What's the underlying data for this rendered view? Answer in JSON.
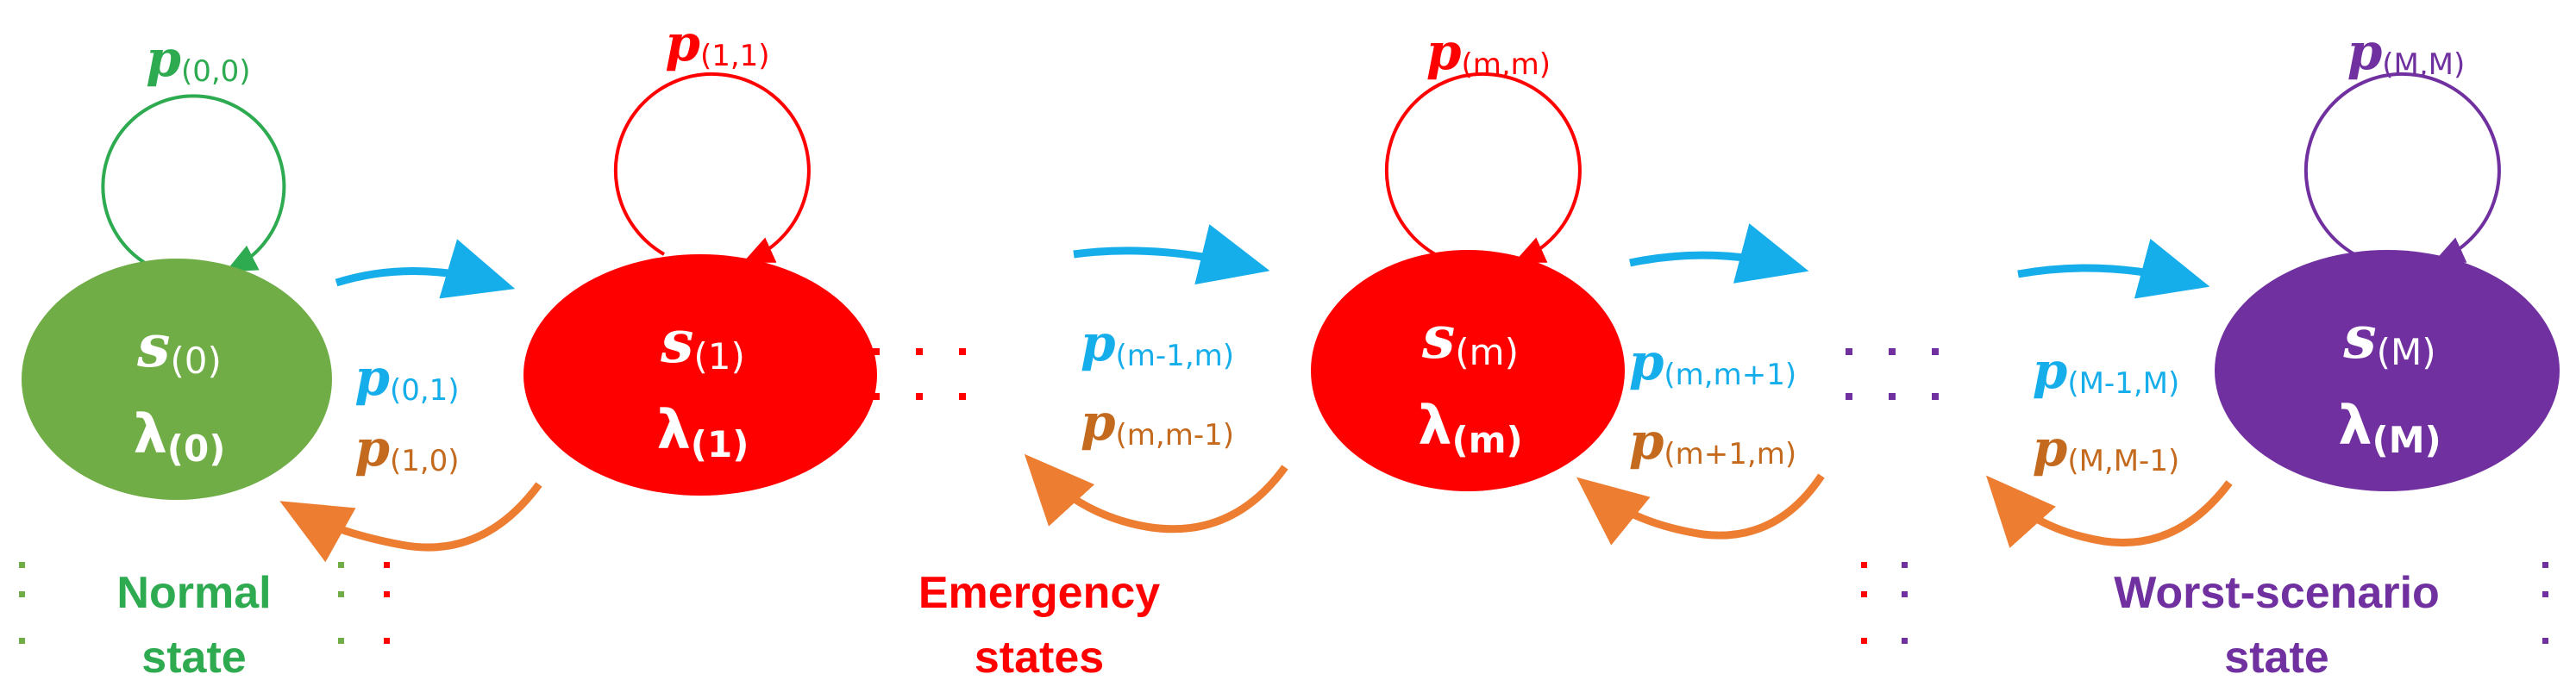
{
  "colors": {
    "green": "#70AD47",
    "green_text": "#2EAA50",
    "red": "#FF0000",
    "purple": "#7030A0",
    "blue": "#16AEEA",
    "orange": "#ED7D31",
    "orange_text": "#C46A1E"
  },
  "states": [
    {
      "id": "s0",
      "name": "s",
      "sub": "(0)",
      "lambda": "λ",
      "lambda_sub": "(0)",
      "loop_p": "p",
      "loop_sub": "(0,0)"
    },
    {
      "id": "s1",
      "name": "s",
      "sub": "(1)",
      "lambda": "λ",
      "lambda_sub": "(1)",
      "loop_p": "p",
      "loop_sub": "(1,1)"
    },
    {
      "id": "sm",
      "name": "s",
      "sub": "(m)",
      "lambda": "λ",
      "lambda_sub": "(m)",
      "loop_p": "p",
      "loop_sub": "(m,m)"
    },
    {
      "id": "sM",
      "name": "s",
      "sub": "(M)",
      "lambda": "λ",
      "lambda_sub": "(M)",
      "loop_p": "p",
      "loop_sub": "(M,M)"
    }
  ],
  "transitions": [
    {
      "forward_p": "p",
      "forward_sub": "(0,1)",
      "backward_p": "p",
      "backward_sub": "(1,0)"
    },
    {
      "forward_p": "p",
      "forward_sub": "(m-1,m)",
      "backward_p": "p",
      "backward_sub": "(m,m-1)"
    },
    {
      "forward_p": "p",
      "forward_sub": "(m,m+1)",
      "backward_p": "p",
      "backward_sub": "(m+1,m)"
    },
    {
      "forward_p": "p",
      "forward_sub": "(M-1,M)",
      "backward_p": "p",
      "backward_sub": "(M,M-1)"
    }
  ],
  "groups": {
    "normal": {
      "line1": "Normal",
      "line2": "state"
    },
    "emergency": {
      "line1": "Emergency",
      "line2": "states"
    },
    "worst": {
      "line1": "Worst-scenario",
      "line2": "state"
    }
  }
}
